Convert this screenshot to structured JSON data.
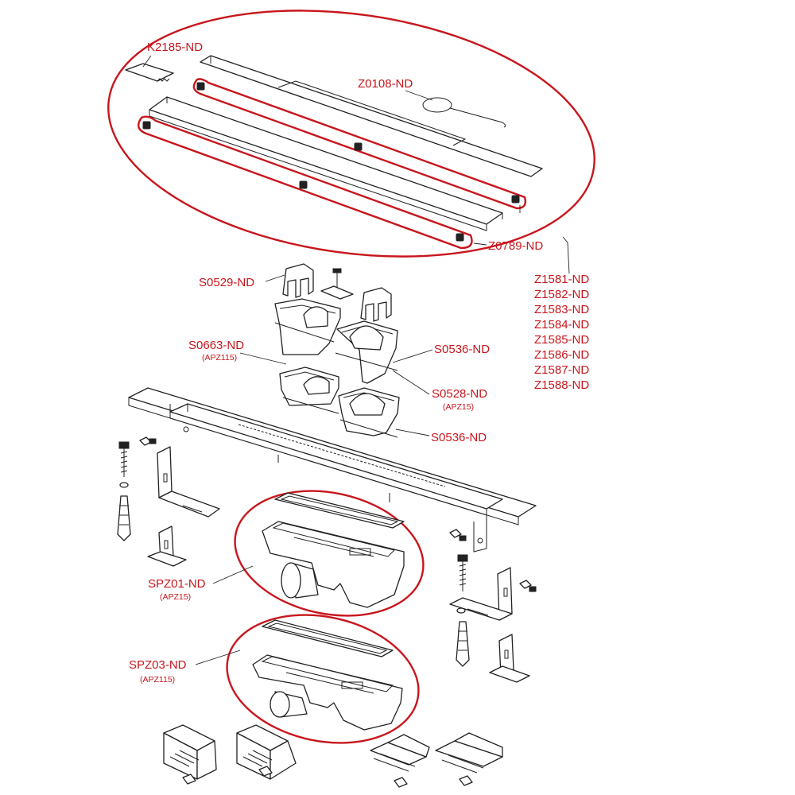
{
  "colors": {
    "accent": "#c8161d",
    "line": "#222222",
    "background": "#ffffff"
  },
  "labels": {
    "k2185": "K2185-ND",
    "z0108": "Z0108-ND",
    "z0789": "Z0789-ND",
    "set_codes": [
      "Z1581-ND",
      "Z1582-ND",
      "Z1583-ND",
      "Z1584-ND",
      "Z1585-ND",
      "Z1586-ND",
      "Z1587-ND",
      "Z1588-ND"
    ],
    "s0529": "S0529-ND",
    "s0663": "S0663-ND",
    "s0663_sub": "(APZ115)",
    "s0536_top": "S0536-ND",
    "s0528": "S0528-ND",
    "s0528_sub": "(APZ15)",
    "s0536_bottom": "S0536-ND",
    "spz01": "SPZ01-ND",
    "spz01_sub": "(APZ15)",
    "spz03": "SPZ03-ND",
    "spz03_sub": "(APZ115)"
  }
}
